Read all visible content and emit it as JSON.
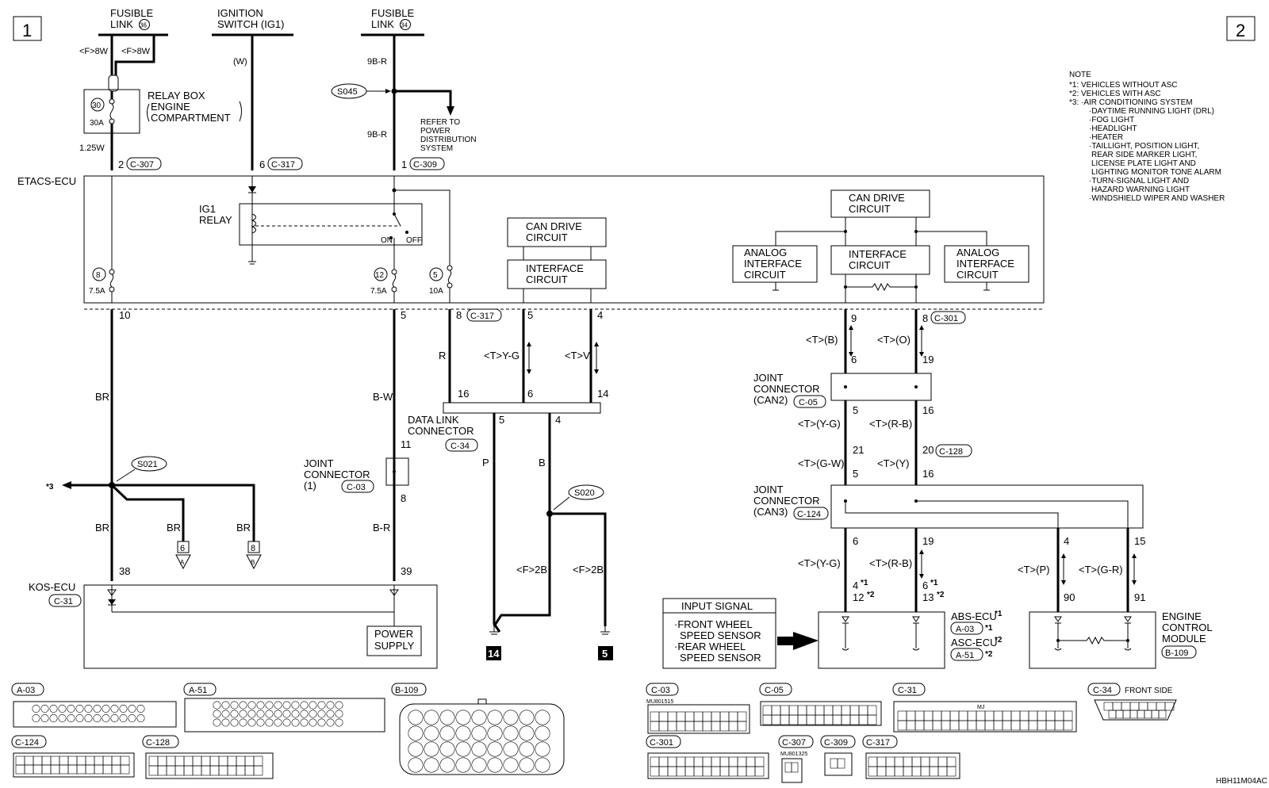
{
  "page_markers": {
    "left": "1",
    "right": "2"
  },
  "top_sources": {
    "fusible_link_36": {
      "line1": "FUSIBLE",
      "line2": "LINK",
      "num": "36"
    },
    "ignition_switch": {
      "line1": "IGNITION",
      "line2": "SWITCH (IG1)",
      "wire": "(W)"
    },
    "fusible_link_34": {
      "line1": "FUSIBLE",
      "line2": "LINK",
      "num": "34"
    }
  },
  "wires": {
    "f8w_left": "<F>8W",
    "f8w_right": "<F>8W",
    "w125": "1.25W",
    "b9r_top": "9B-R",
    "b9r_mid": "9B-R",
    "br_1": "BR",
    "br_2": "BR",
    "br_3": "BR",
    "br_4": "BR",
    "bw": "B-W",
    "br_red": "B-R",
    "r": "R",
    "tyg_dlc": "<T>Y-G",
    "tv_dlc": "<T>V",
    "p": "P",
    "b": "B",
    "f2b_1": "<F>2B",
    "f2b_2": "<F>2B",
    "tb": "<T>(B)",
    "to": "<T>(O)",
    "tyg_2": "<T>(Y-G)",
    "trb_2": "<T>(R-B)",
    "tgw": "<T>(G-W)",
    "ty": "<T>(Y)",
    "tyg_3": "<T>(Y-G)",
    "trb_3": "<T>(R-B)",
    "tp": "<T>(P)",
    "tgr": "<T>(G-R)"
  },
  "relay_box": {
    "line1": "RELAY BOX",
    "line2": "ENGINE",
    "line3": "COMPARTMENT",
    "fuse_num": "30",
    "fuse_rating": "30A"
  },
  "splices": {
    "s045": "S045",
    "s021": "S021",
    "s020": "S020"
  },
  "refer": {
    "line1": "REFER TO",
    "line2": "POWER",
    "line3": "DISTRIBUTION",
    "line4": "SYSTEM"
  },
  "etacs": {
    "label": "ETACS-ECU",
    "relay_line1": "IG1",
    "relay_line2": "RELAY",
    "on": "ON",
    "off": "OFF",
    "fuse8": "8",
    "fuse8_rating": "7.5A",
    "fuse12": "12",
    "fuse12_rating": "7.5A",
    "fuse5": "5",
    "fuse5_rating": "10A",
    "can_drive_1": {
      "line1": "CAN DRIVE",
      "line2": "CIRCUIT"
    },
    "interface_1": {
      "line1": "INTERFACE",
      "line2": "CIRCUIT"
    },
    "can_drive_2": {
      "line1": "CAN DRIVE",
      "line2": "CIRCUIT"
    },
    "interface_2": {
      "line1": "INTERFACE",
      "line2": "CIRCUIT"
    },
    "analog_left": {
      "line1": "ANALOG",
      "line2": "INTERFACE",
      "line3": "CIRCUIT"
    },
    "analog_right": {
      "line1": "ANALOG",
      "line2": "INTERFACE",
      "line3": "CIRCUIT"
    }
  },
  "connectors": {
    "c307": "C-307",
    "c317_top": "C-317",
    "c309": "C-309",
    "c317_bot": "C-317",
    "c301": "C-301",
    "c34": "C-34",
    "c03": "C-03",
    "c05": "C-05",
    "c128": "C-128",
    "c124": "C-124",
    "c31": "C-31",
    "a03": "A-03",
    "a51": "A-51",
    "b109": "B-109"
  },
  "pins": {
    "p2": "2",
    "p6": "6",
    "p1": "1",
    "p10": "10",
    "p5": "5",
    "p8": "8",
    "p5b": "5",
    "p4": "4",
    "p9": "9",
    "p8b": "8",
    "p16": "16",
    "p6b": "6",
    "p14": "14",
    "dl5": "5",
    "dl4": "4",
    "p11": "11",
    "p8c": "8",
    "p38": "38",
    "p39": "39",
    "cn6": "6",
    "cn19": "19",
    "cn5": "5",
    "cn16": "16",
    "cn21": "21",
    "cn20": "20",
    "cn5b": "5",
    "cn16b": "16",
    "cn6b": "6",
    "cn19b": "19",
    "cn4": "4",
    "cn15": "15",
    "abs4": "4",
    "abs12": "12",
    "abs6": "6",
    "abs13": "13",
    "ecm90": "90",
    "ecm91": "91"
  },
  "connector_a": {
    "num": "6",
    "letter": "A"
  },
  "connector_b": {
    "num": "8",
    "letter": "B"
  },
  "star3": "*3",
  "data_link": {
    "line1": "DATA LINK",
    "line2": "CONNECTOR"
  },
  "joint1": {
    "line1": "JOINT",
    "line2": "CONNECTOR",
    "line3": "(1)"
  },
  "joint_can2": {
    "line1": "JOINT",
    "line2": "CONNECTOR",
    "line3": "(CAN2)"
  },
  "joint_can3": {
    "line1": "JOINT",
    "line2": "CONNECTOR",
    "line3": "(CAN3)"
  },
  "kos": {
    "label": "KOS-ECU",
    "power_line1": "POWER",
    "power_line2": "SUPPLY"
  },
  "grounds": {
    "g14": "14",
    "g5": "5"
  },
  "input_signal": {
    "title": "INPUT SIGNAL",
    "l1": "·FRONT WHEEL",
    "l2": "SPEED SENSOR",
    "l3": "·REAR WHEEL",
    "l4": "SPEED SENSOR"
  },
  "abs": {
    "abs": "ABS-ECU",
    "asc": "ASC-ECU",
    "s1": "*1",
    "s2": "*2"
  },
  "ecm": {
    "line1": "ENGINE",
    "line2": "CONTROL",
    "line3": "MODULE"
  },
  "note": {
    "title": "NOTE",
    "l1": "*1: VEHICLES WITHOUT ASC",
    "l2": "*2: VEHICLES WITH ASC",
    "l3": "*3: ·AIR CONDITIONING SYSTEM",
    "l4": "·DAYTIME RUNNING LIGHT (DRL)",
    "l5": "·FOG LIGHT",
    "l6": "·HEADLIGHT",
    "l7": "·HEATER",
    "l8": "·TAILLIGHT, POSITION LIGHT,",
    "l9": "REAR SIDE MARKER LIGHT,",
    "l10": "LICENSE PLATE LIGHT AND",
    "l11": "LIGHTING MONITOR TONE ALARM",
    "l12": "·TURN-SIGNAL LIGHT AND",
    "l13": "HAZARD WARNING LIGHT",
    "l14": "·WINDSHIELD WIPER AND WASHER"
  },
  "bottom": {
    "a03": "A-03",
    "a51": "A-51",
    "b109": "B-109",
    "c03": "C-03",
    "c05": "C-05",
    "c31": "C-31",
    "c34": "C-34",
    "front_side": "FRONT SIDE",
    "c124": "C-124",
    "c128": "C-128",
    "c301": "C-301",
    "c307": "C-307",
    "c309": "C-309",
    "c317": "C-317",
    "mu1": "MU801515",
    "mu2": "MU801325",
    "mj": "MJ",
    "code": "HBH11M04AC"
  }
}
